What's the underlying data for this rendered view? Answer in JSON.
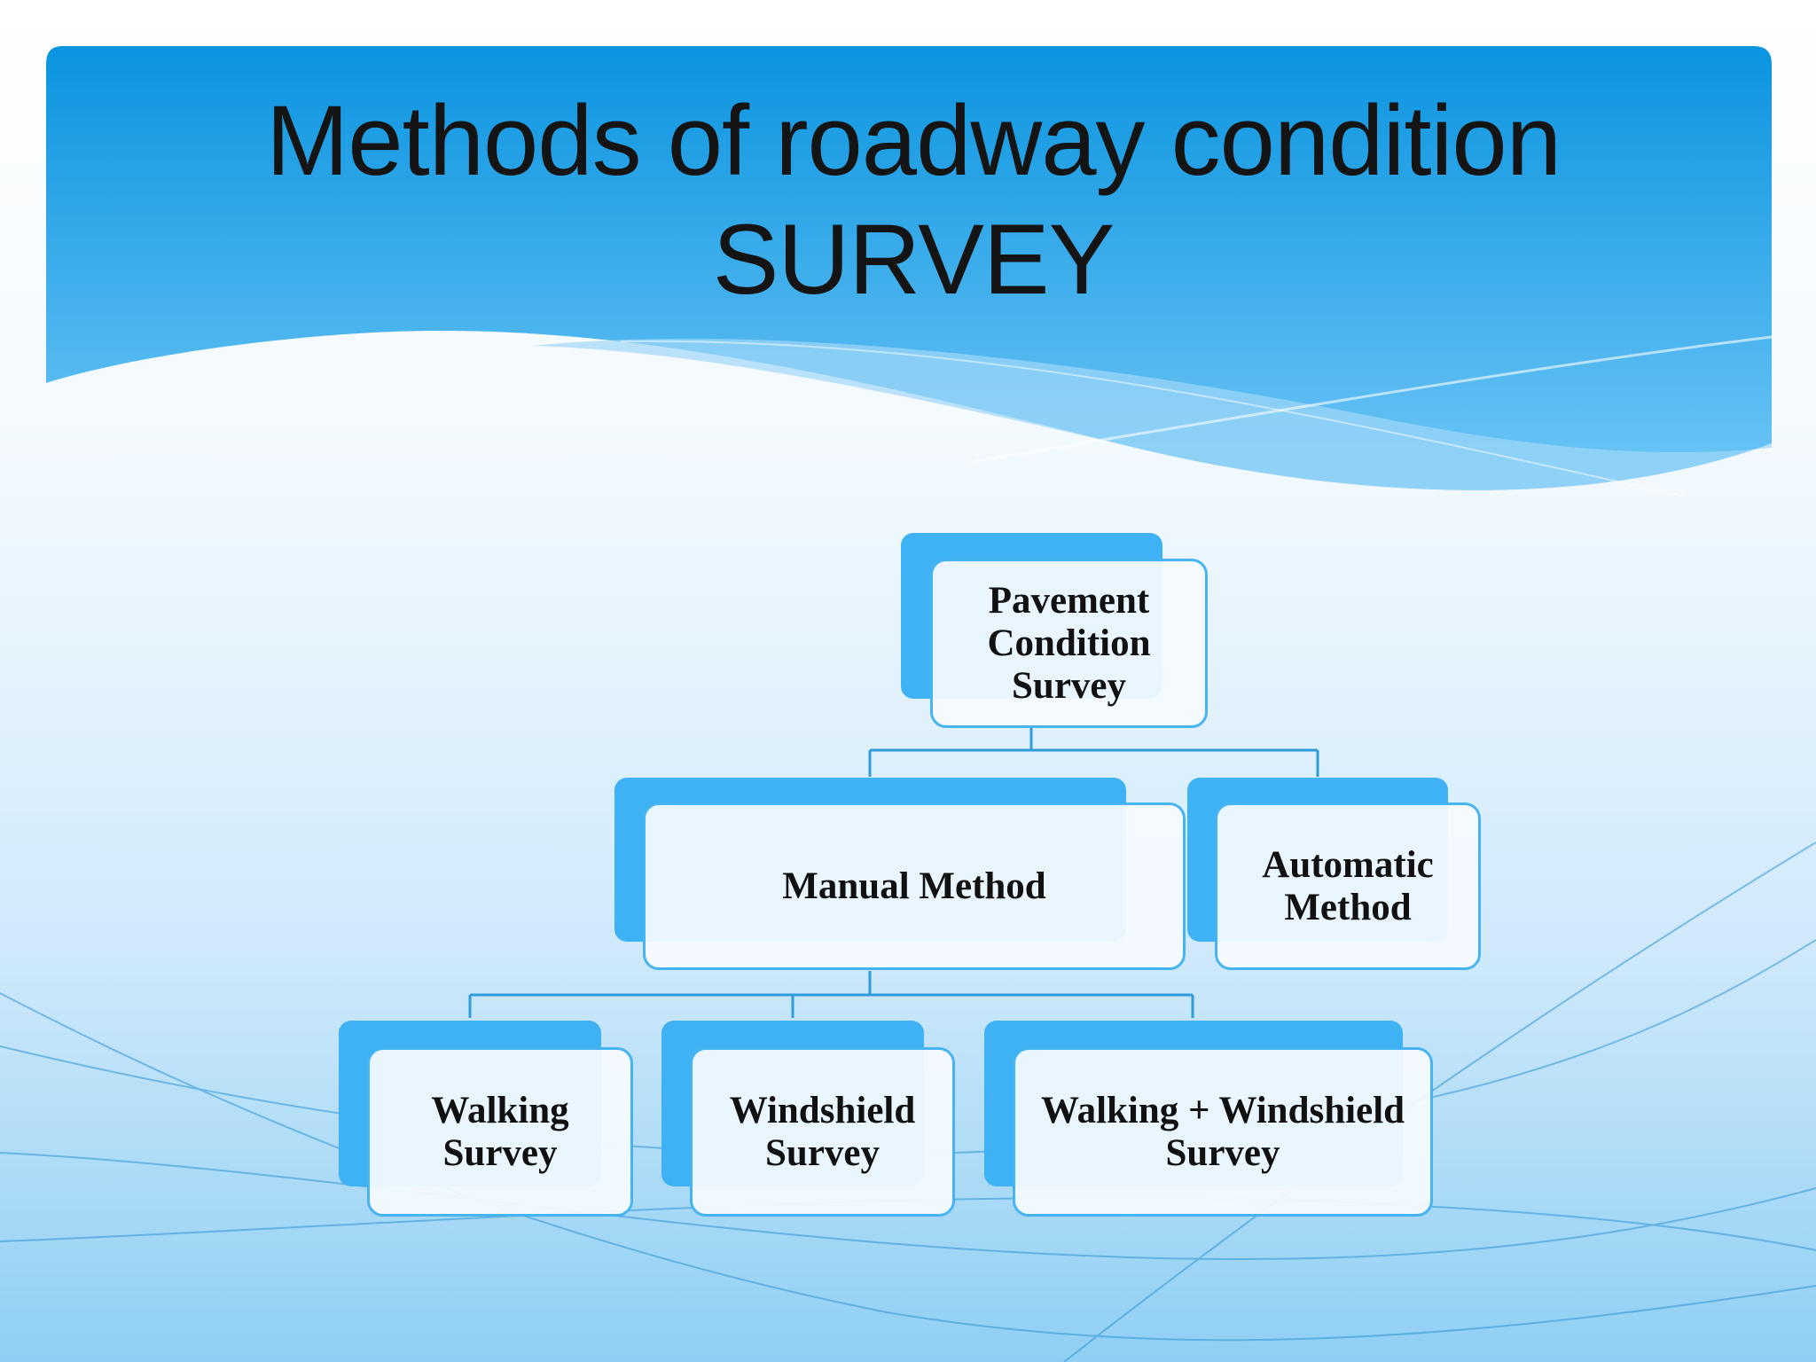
{
  "slide": {
    "title_line1": "Methods of roadway condition",
    "title_line2": "SURVEY"
  },
  "diagram": {
    "root": {
      "label": "Pavement Condition Survey"
    },
    "level1": [
      {
        "label": "Manual Method"
      },
      {
        "label": "Automatic Method"
      }
    ],
    "level2": [
      {
        "label": "Walking Survey"
      },
      {
        "label": "Windshield Survey"
      },
      {
        "label": "Walking + Windshield Survey"
      }
    ]
  },
  "colors": {
    "header_blue": "#0b94e0",
    "box_accent": "#3fb1f5",
    "connector": "#2f9bd8"
  }
}
